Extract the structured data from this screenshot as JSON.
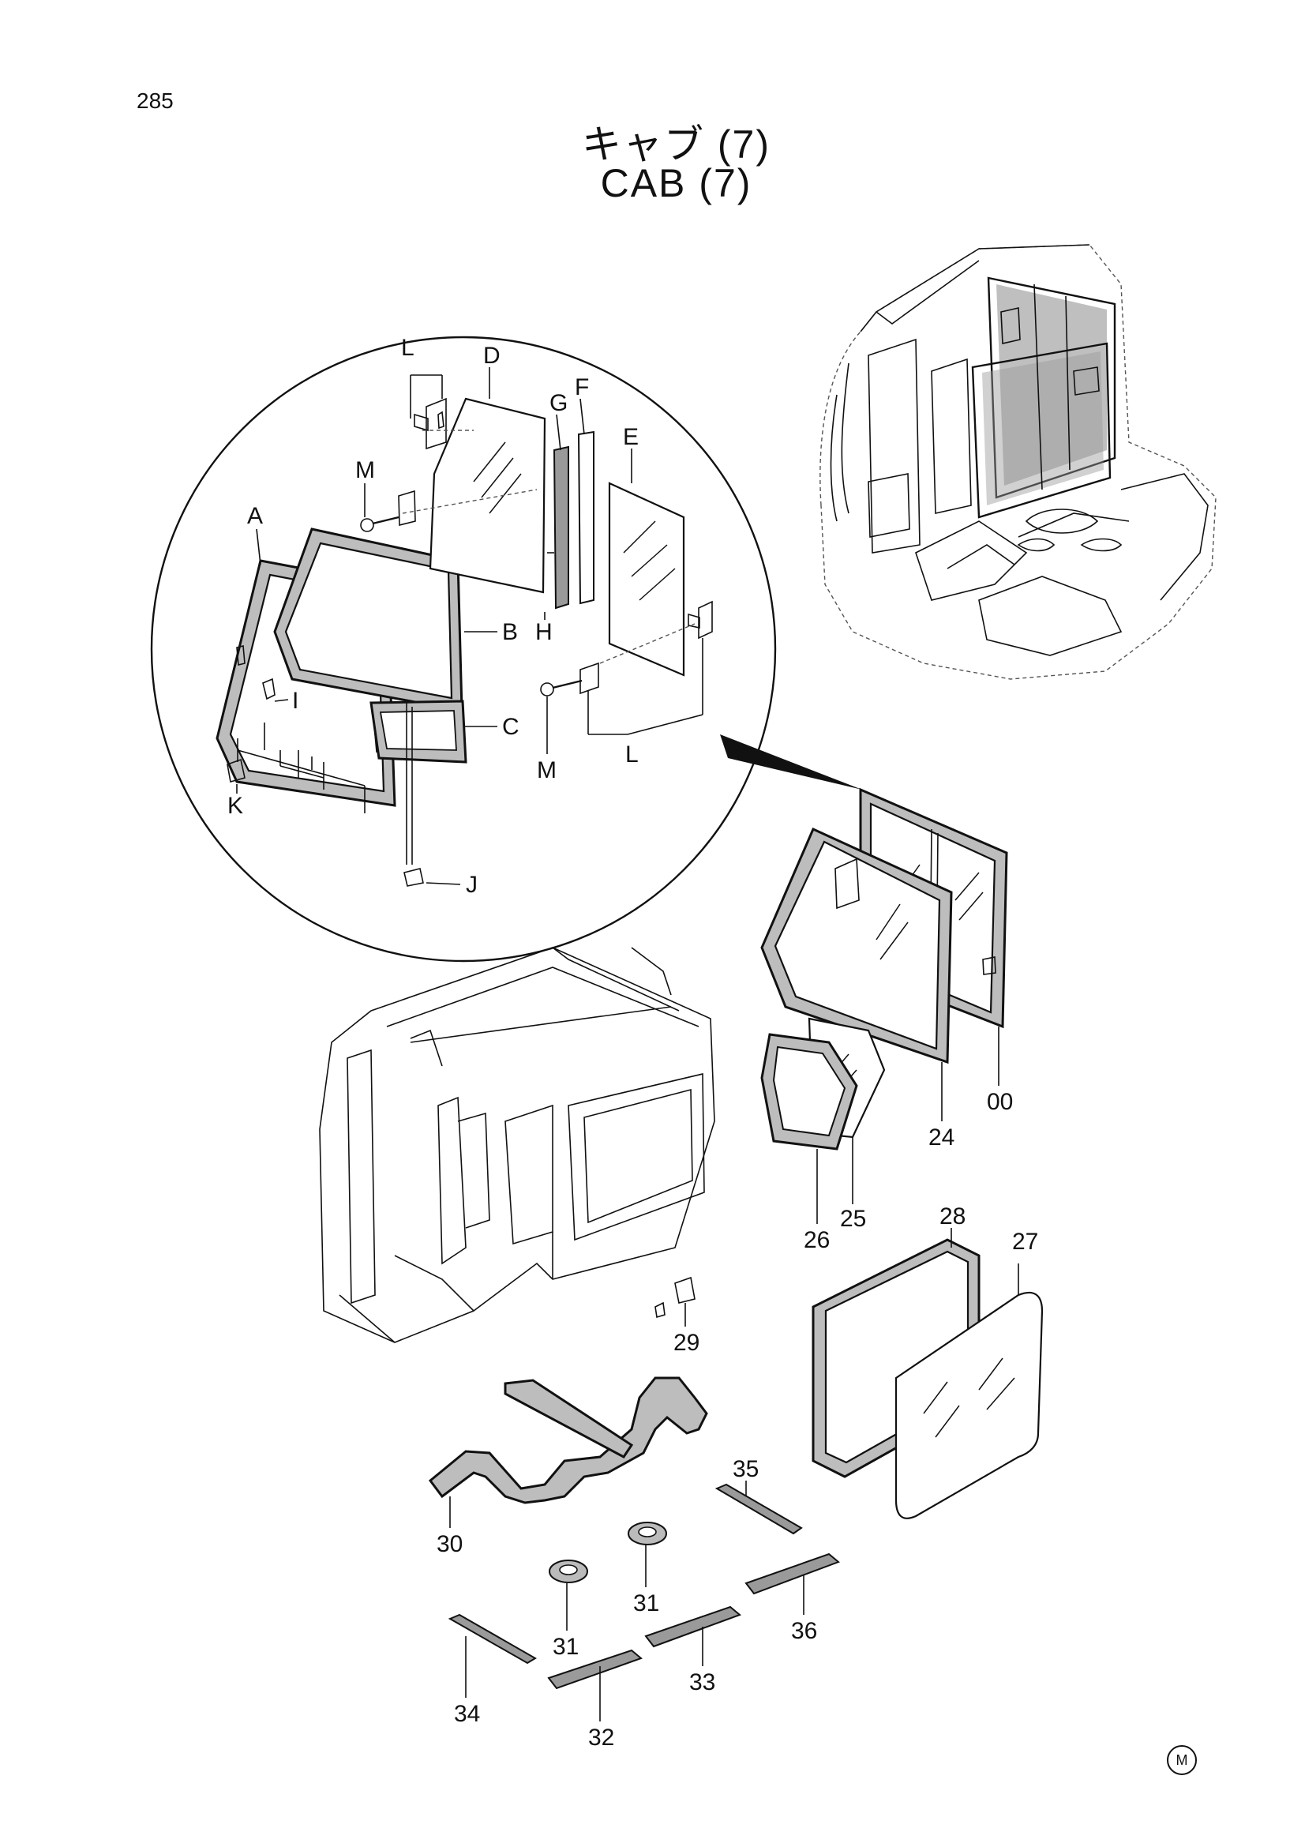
{
  "header": {
    "page_number": "285",
    "title_japanese": "キャブ (7)",
    "title_english": "CAB (7)"
  },
  "detail_labels": {
    "A": "A",
    "B": "B",
    "C": "C",
    "D": "D",
    "E": "E",
    "F": "F",
    "G": "G",
    "H": "H",
    "I": "I",
    "J": "J",
    "K": "K",
    "L_top": "L",
    "L_bottom": "L",
    "M_left": "M",
    "M_bottom": "M"
  },
  "part_numbers": {
    "p00": "00",
    "p24": "24",
    "p25": "25",
    "p26": "26",
    "p27": "27",
    "p28": "28",
    "p29": "29",
    "p30": "30",
    "p31a": "31",
    "p31b": "31",
    "p32": "32",
    "p33": "33",
    "p34": "34",
    "p35": "35",
    "p36": "36"
  },
  "footer": {
    "mark": "M"
  }
}
